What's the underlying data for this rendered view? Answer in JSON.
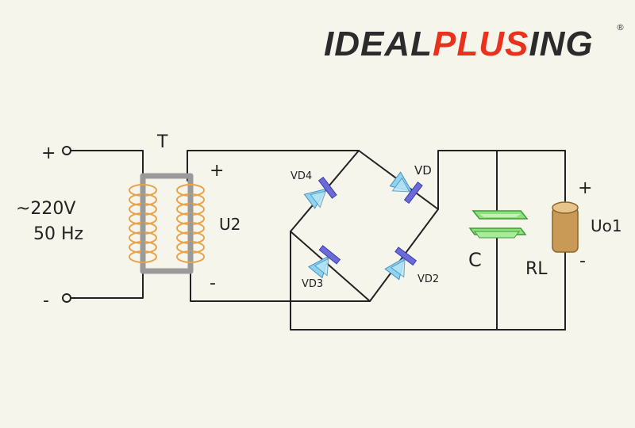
{
  "logo": {
    "part1": "IDEAL",
    "part2": "PLUS",
    "part3": "ING",
    "trademark": "®",
    "colors": {
      "dark": "#2b2b2b",
      "accent": "#e8321e"
    }
  },
  "circuit": {
    "input_plus": "+",
    "input_minus": "-",
    "input_voltage": "~220V",
    "input_frequency": "50 Hz",
    "transformer_label": "T",
    "secondary_plus": "+",
    "secondary_minus": "-",
    "secondary_label": "U2",
    "diode_vd": "VD",
    "diode_vd2": "VD2",
    "diode_vd3": "VD3",
    "diode_vd4": "VD4",
    "capacitor_label": "C",
    "load_label": "RL",
    "output_plus": "+",
    "output_minus": "-",
    "output_label": "Uo1",
    "colors": {
      "wire": "#222222",
      "coil": "#e8a34a",
      "core": "#9a9a9a",
      "diode": "#8ed3f0",
      "diode_bar": "#6a6ad8",
      "capacitor": "#8fe07a",
      "resistor": "#c99a55"
    }
  }
}
